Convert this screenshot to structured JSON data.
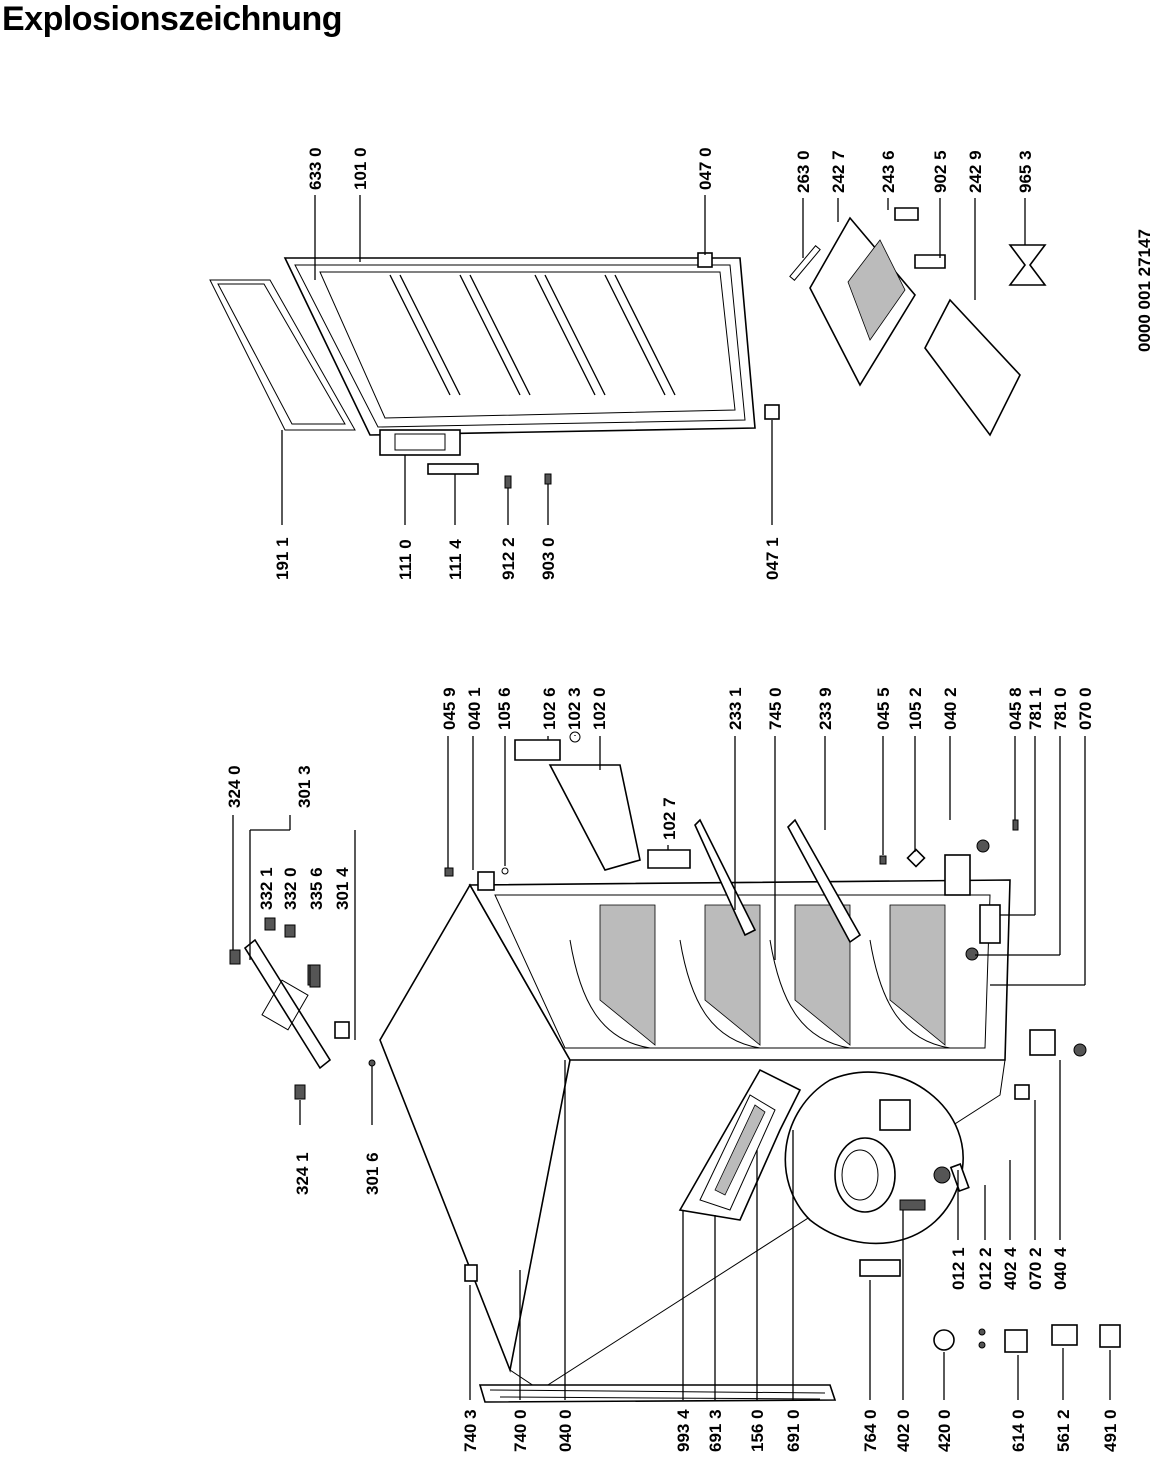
{
  "title": "Explosionszeichnung",
  "document_code": "0000 001 27147",
  "labels": {
    "l3240": "324 0",
    "l3013": "301 3",
    "l3321": "332 1",
    "l3320": "332 0",
    "l3356": "335 6",
    "l3014": "301 4",
    "l3241": "324 1",
    "l3016": "301 6",
    "l0459": "045 9",
    "l0401": "040 1",
    "l1056": "105 6",
    "l1026": "102 6",
    "l1023": "102 3",
    "l1020": "102 0",
    "l1027": "102 7",
    "l2331": "233 1",
    "l7450": "745 0",
    "l2339": "233 9",
    "l0455": "045 5",
    "l1052": "105 2",
    "l0402": "040 2",
    "l0458": "045 8",
    "l7811": "781 1",
    "l7810": "781 0",
    "l0700": "070 0",
    "l0121": "012 1",
    "l0122": "012 2",
    "l4024": "402 4",
    "l0702": "070 2",
    "l0404": "040 4",
    "l7403": "740 3",
    "l7400": "740 0",
    "l0400": "040 0",
    "l9934": "993 4",
    "l6913": "691 3",
    "l1560": "156 0",
    "l6910": "691 0",
    "l7640": "764 0",
    "l4020": "402 0",
    "l4200": "420 0",
    "l6140": "614 0",
    "l5612": "561 2",
    "l4910": "491 0",
    "l6330": "633 0",
    "l1010": "101 0",
    "l0470": "047 0",
    "l2630": "263 0",
    "l2427": "242 7",
    "l2436": "243 6",
    "l9025": "902 5",
    "l2429": "242 9",
    "l9653": "965 3",
    "l1911": "191 1",
    "l1110": "111 0",
    "l1114": "111 4",
    "l9122": "912 2",
    "l9030": "903 0",
    "l0471": "047 1"
  }
}
